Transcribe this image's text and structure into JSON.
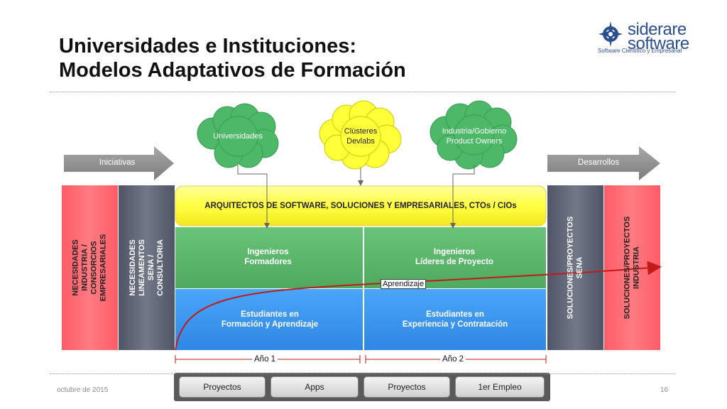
{
  "slide": {
    "title_line1": "Universidades e Instituciones:",
    "title_line2": "Modelos Adaptativos de Formación"
  },
  "logo": {
    "brand_line1": "siderare",
    "brand_line2": "software",
    "tagline": "Software Científico y Empresarial",
    "icon": "star-compass-icon"
  },
  "clouds": {
    "universidades": "Universidades",
    "clusteres": "Clústeres\nDevlabs",
    "industria": "Industria/Gobierno\nProduct Owners"
  },
  "arrows": {
    "iniciativas": "Iniciativas",
    "desarrollos": "Desarrollos"
  },
  "columns": {
    "necesidades_industria": "NECESIDADES\nINDUSTRIA / CONSORCIOS\nEMPRESARIALES",
    "necesidades_sena": "NECESIDADES\nLINEAMENTOS SENA / CONSULTORIA",
    "soluciones_sena": "SOLUCIONES/PROYECTOS\nSENA",
    "soluciones_industria": "SOLUCIONES/PROYECTOS\nINDUSTRIA"
  },
  "bands": {
    "arquitectos": "ARQUITECTOS DE SOFTWARE, SOLUCIONES Y EMPRESARIALES, CTOs / CIOs",
    "ingenieros_formadores": "Ingenieros\nFormadores",
    "ingenieros_lideres": "Ingenieros\nLíderes de Proyecto",
    "estudiantes_formacion": "Estudiantes en\nFormación y Aprendizaje",
    "estudiantes_experiencia": "Estudiantes en\nExperiencia y Contratación"
  },
  "curve_label": "Aprendizaje",
  "timeline": {
    "year1": "Año 1",
    "year2": "Año 2"
  },
  "bottom_buttons": [
    "Proyectos",
    "Apps",
    "Proyectos",
    "1er Empleo"
  ],
  "footer": {
    "date": "octubre de 2015",
    "page": "16"
  },
  "colors": {
    "red_column": "#f2616a",
    "slate_column": "#5c6272",
    "yellow_band": "#ffff45",
    "green_band": "#5cb86a",
    "blue_band": "#3b9af0",
    "cloud_green": "#4cb868",
    "cloud_yellow": "#ffff3a",
    "curve_red": "#c21a1a",
    "grey_arrow": "#8f8f8f"
  }
}
